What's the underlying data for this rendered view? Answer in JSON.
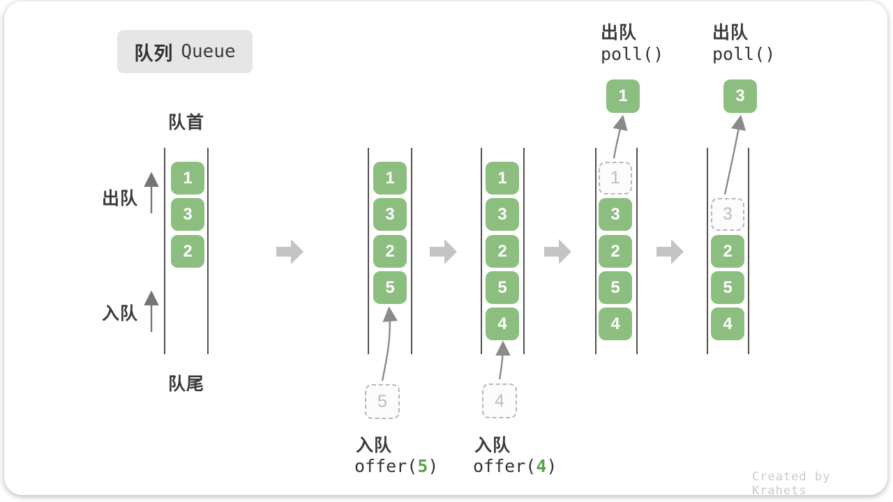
{
  "title": {
    "zh": "队列",
    "en": "Queue"
  },
  "side_labels": {
    "front": "队首",
    "rear": "队尾",
    "dequeue": "出队",
    "enqueue": "入队"
  },
  "queues": [
    {
      "boxes": [
        {
          "value": "1"
        },
        {
          "value": "3"
        },
        {
          "value": "2"
        }
      ]
    },
    {
      "boxes": [
        {
          "value": "1"
        },
        {
          "value": "3"
        },
        {
          "value": "2"
        },
        {
          "value": "5"
        }
      ],
      "pending": {
        "value": "5"
      }
    },
    {
      "boxes": [
        {
          "value": "1"
        },
        {
          "value": "3"
        },
        {
          "value": "2"
        },
        {
          "value": "5"
        },
        {
          "value": "4"
        }
      ],
      "pending": {
        "value": "4"
      }
    },
    {
      "ghost": {
        "value": "1"
      },
      "boxes": [
        {
          "value": "3"
        },
        {
          "value": "2"
        },
        {
          "value": "5"
        },
        {
          "value": "4"
        }
      ],
      "polled": {
        "value": "1"
      }
    },
    {
      "ghost": {
        "value": "3"
      },
      "boxes": [
        {
          "value": "2"
        },
        {
          "value": "5"
        },
        {
          "value": "4"
        }
      ],
      "polled": {
        "value": "3"
      }
    }
  ],
  "operations": {
    "enqueue1": {
      "label": "入队",
      "code_prefix": "offer(",
      "arg": "5",
      "code_suffix": ")"
    },
    "enqueue2": {
      "label": "入队",
      "code_prefix": "offer(",
      "arg": "4",
      "code_suffix": ")"
    },
    "dequeue1": {
      "label": "出队",
      "code": "poll()"
    },
    "dequeue2": {
      "label": "出队",
      "code": "poll()"
    }
  },
  "icons": {
    "step_arrow": "right-block-arrow",
    "direction_arrow": "up-arrow"
  },
  "watermark": "Created by Krahets",
  "colors": {
    "box_green": "#8cbe7f",
    "arg_green": "#5ea14f",
    "block_arrow_gray": "#c4c4c4",
    "dashed_gray": "#b7b7b7",
    "wall_gray": "#4f4f4f",
    "text_dark": "#3a3a3a",
    "watermark_gray": "#c9c9c9",
    "badge_bg": "#e6e6e6"
  }
}
